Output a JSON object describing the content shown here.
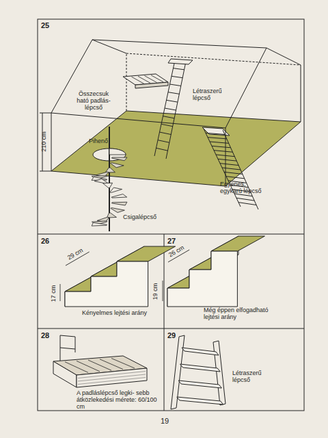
{
  "diagram": {
    "labels": [
      "25",
      "Összecsuk ható padlás- lépcső",
      "Létraszerű lépcső",
      "210 cm",
      "Pihenő",
      "Egyenes, egykarú lépcső",
      "Csigalépcső",
      "26",
      "29 cm",
      "17 cm",
      "Kényelmes lejtési arány",
      "27",
      "26 cm",
      "19 cm",
      "Még éppen elfogadható lejtési arány",
      "28",
      "A padláslépcső legki- sebb átközlekedési mérete: 60/100 cm",
      "29",
      "Létraszerű lépcső",
      "19"
    ]
  }
}
